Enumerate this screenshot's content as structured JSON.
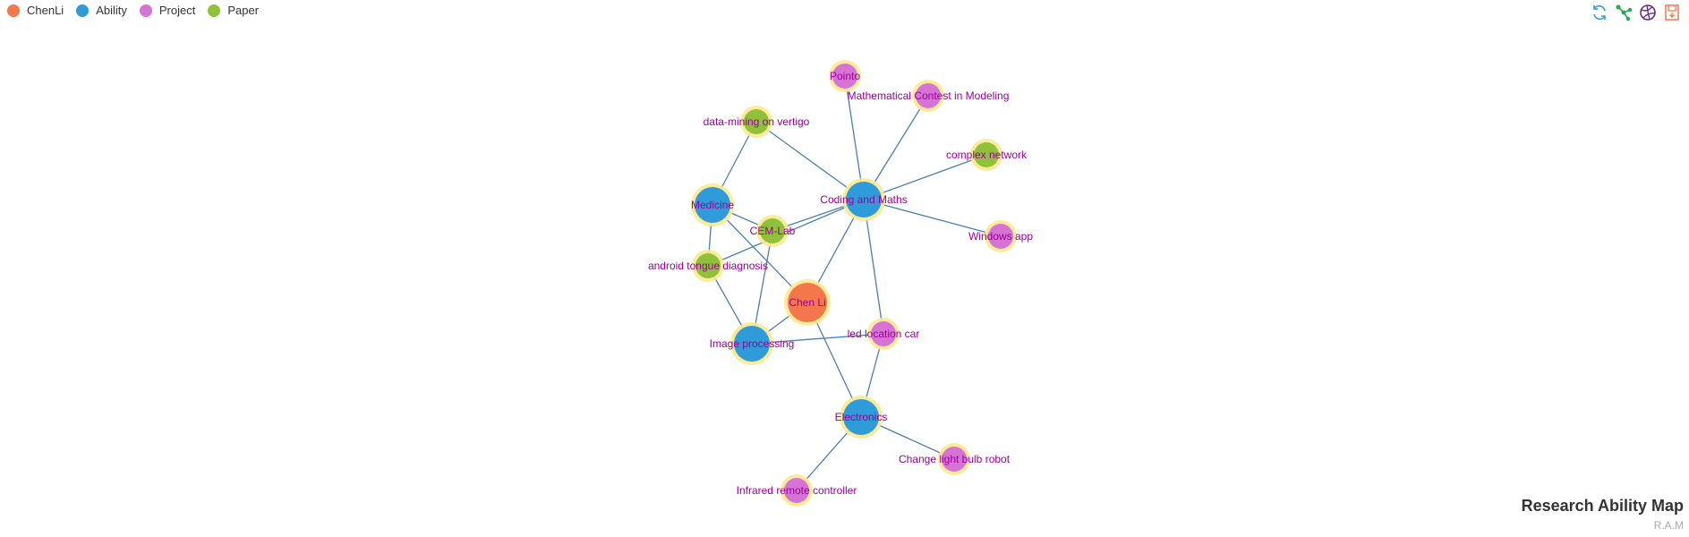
{
  "legend": [
    {
      "label": "ChenLi",
      "color": "#f4774b"
    },
    {
      "label": "Ability",
      "color": "#2f9bd9"
    },
    {
      "label": "Project",
      "color": "#d873d6"
    },
    {
      "label": "Paper",
      "color": "#8fc13a"
    }
  ],
  "toolbox": [
    {
      "name": "refresh-icon",
      "color": "#2f9bd9"
    },
    {
      "name": "force-layout-icon",
      "color": "#22aa55"
    },
    {
      "name": "chord-icon",
      "color": "#6a2a8a"
    },
    {
      "name": "save-image-icon",
      "color": "#f4774b"
    }
  ],
  "title": "Research Ability Map",
  "subtitle": "R.A.M",
  "graph": {
    "nodes": [
      {
        "id": "chenli",
        "label": "Chen Li",
        "category": 0
      },
      {
        "id": "coding",
        "label": "Coding and Maths",
        "category": 1
      },
      {
        "id": "medicine",
        "label": "Medicine",
        "category": 1
      },
      {
        "id": "image",
        "label": "Image processing",
        "category": 1
      },
      {
        "id": "electronics",
        "label": "Electronics",
        "category": 1
      },
      {
        "id": "pointo",
        "label": "Pointo",
        "category": 2
      },
      {
        "id": "mcm",
        "label": "Mathematical Contest in Modeling",
        "category": 2
      },
      {
        "id": "windows",
        "label": "Windows app",
        "category": 2
      },
      {
        "id": "led",
        "label": "led location car",
        "category": 2
      },
      {
        "id": "bulb",
        "label": "Change light bulb robot",
        "category": 2
      },
      {
        "id": "infrared",
        "label": "Infrared remote controller",
        "category": 2
      },
      {
        "id": "vertigo",
        "label": "data-mining on vertigo",
        "category": 3
      },
      {
        "id": "complex",
        "label": "complex network",
        "category": 3
      },
      {
        "id": "cem",
        "label": "CEM-Lab",
        "category": 3
      },
      {
        "id": "tongue",
        "label": "android tongue diagnosis",
        "category": 3
      }
    ],
    "links": [
      [
        "chenli",
        "coding"
      ],
      [
        "chenli",
        "medicine"
      ],
      [
        "chenli",
        "image"
      ],
      [
        "chenli",
        "electronics"
      ],
      [
        "coding",
        "pointo"
      ],
      [
        "coding",
        "mcm"
      ],
      [
        "coding",
        "complex"
      ],
      [
        "coding",
        "windows"
      ],
      [
        "coding",
        "vertigo"
      ],
      [
        "coding",
        "cem"
      ],
      [
        "coding",
        "tongue"
      ],
      [
        "coding",
        "led"
      ],
      [
        "medicine",
        "vertigo"
      ],
      [
        "medicine",
        "cem"
      ],
      [
        "medicine",
        "tongue"
      ],
      [
        "image",
        "tongue"
      ],
      [
        "image",
        "cem"
      ],
      [
        "image",
        "led"
      ],
      [
        "electronics",
        "led"
      ],
      [
        "electronics",
        "bulb"
      ],
      [
        "electronics",
        "infrared"
      ]
    ]
  }
}
